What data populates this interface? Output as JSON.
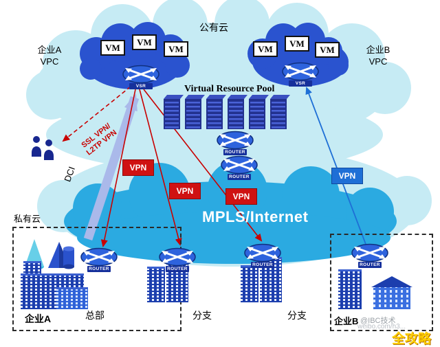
{
  "diagram": {
    "public_cloud_label": "公有云",
    "vpc_a_line1": "企业A",
    "vpc_a_line2": "VPC",
    "vpc_b_line1": "企业B",
    "vpc_b_line2": "VPC",
    "vm_label": "VM",
    "vsr_label": "VSR",
    "router_label": "ROUTER",
    "resource_pool_label": "Virtual Resource Pool",
    "mpls_label": "MPLS/Internet",
    "vpn_red_labels": [
      "VPN",
      "VPN",
      "VPN"
    ],
    "vpn_blue_label": "VPN",
    "ssl_line1": "SSL VPN/",
    "ssl_line2": "L2TP VPN",
    "dci_label": "DCI",
    "private_cloud_label": "私有云",
    "enterprise_a_label": "企业A",
    "hq_label": "总部",
    "branch1_label": "分支",
    "branch2_label": "分支",
    "enterprise_b_label": "企业B",
    "watermark_line1": "@IBC技术",
    "watermark_line2": "weibo.com/h3...",
    "watermark_badge": "全攻略",
    "colors": {
      "light_cloud": "#c6ebf4",
      "vpc_cloud": "#2a53cf",
      "mpls_cloud": "#2baae1",
      "vpn_red": "#cf1212",
      "vpn_blue": "#1e6fd6",
      "arrow_red": "#c80000",
      "dci_arrow": "#aab9ea",
      "badge_yellow": "#ffd000"
    }
  }
}
